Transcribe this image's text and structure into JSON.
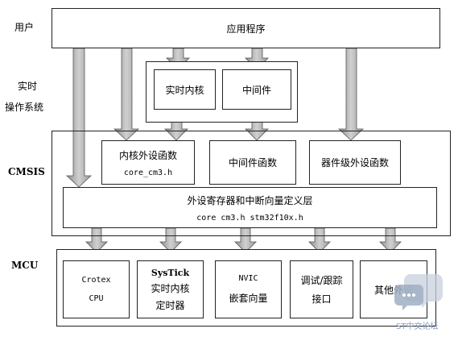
{
  "layers": {
    "user": "用户",
    "rtos_line1": "实时",
    "rtos_line2": "操作系统",
    "cmsis": "CMSIS",
    "mcu": "MCU"
  },
  "app": {
    "title": "应用程序"
  },
  "rtos": {
    "kernel": "实时内核",
    "middleware": "中间件"
  },
  "cmsis_layer": {
    "core_func": "内核外设函数",
    "core_file": "core_cm3.h",
    "middleware_func": "中间件函数",
    "device_func": "器件级外设函数",
    "periph_access": "外设寄存器和中断向量定义层",
    "periph_files": "core cm3.h stm32f10x.h"
  },
  "mcu_layer": {
    "cpu_name": "Crotex",
    "cpu_sub": "CPU",
    "systick_name": "SysTick",
    "systick_sub1": "实时内核",
    "systick_sub2": "定时器",
    "nvic_name": "NVIC",
    "nvic_sub": "嵌套向量",
    "debug_line1": "调试/跟踪",
    "debug_line2": "接口",
    "other": "其他外设"
  },
  "watermark": "ST中文论坛",
  "colors": {
    "arrow_fill": "#b9b9b9",
    "arrow_stroke": "#555555",
    "border": "#222222"
  }
}
